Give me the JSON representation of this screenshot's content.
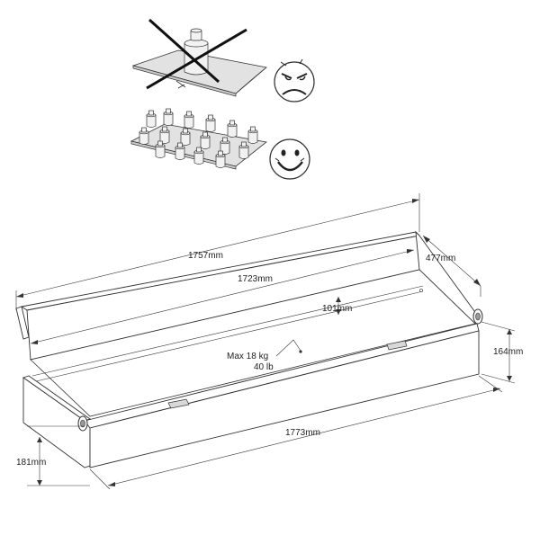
{
  "dimensions": {
    "outer_length": "1757mm",
    "inner_length": "1723mm",
    "depth": "477mm",
    "inner_height": "101mm",
    "side_height": "164mm",
    "front_length": "1773mm",
    "front_height": "181mm"
  },
  "load": {
    "line1": "Max 18 kg",
    "line2": "40 lb"
  },
  "colors": {
    "stroke": "#333333",
    "shade": "#e2e2e2",
    "face": "#cfcfcf"
  }
}
